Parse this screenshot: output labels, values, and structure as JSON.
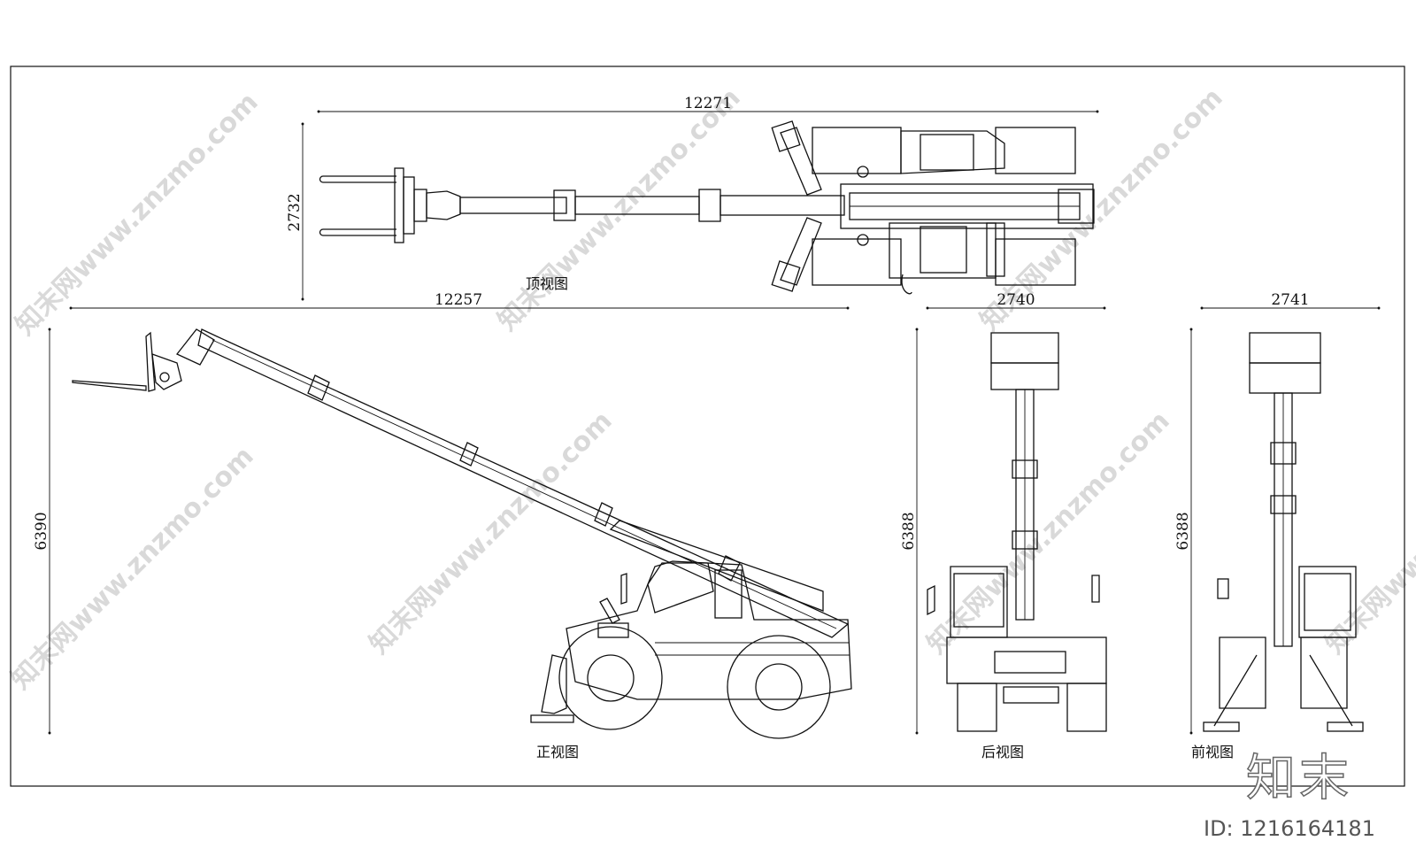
{
  "views": {
    "top": {
      "label": "顶视图",
      "dim_length": "12271",
      "dim_width": "2732"
    },
    "side": {
      "label": "正视图",
      "dim_length": "12257",
      "dim_height": "6390"
    },
    "rear": {
      "label": "后视图",
      "dim_width": "2740",
      "dim_height": "6388"
    },
    "front": {
      "label": "前视图",
      "dim_width": "2741",
      "dim_height": "6388"
    }
  },
  "watermark": {
    "text": "知末网www.znzmo.com"
  },
  "badge": {
    "logo": "知末",
    "id": "ID: 1216164181"
  }
}
